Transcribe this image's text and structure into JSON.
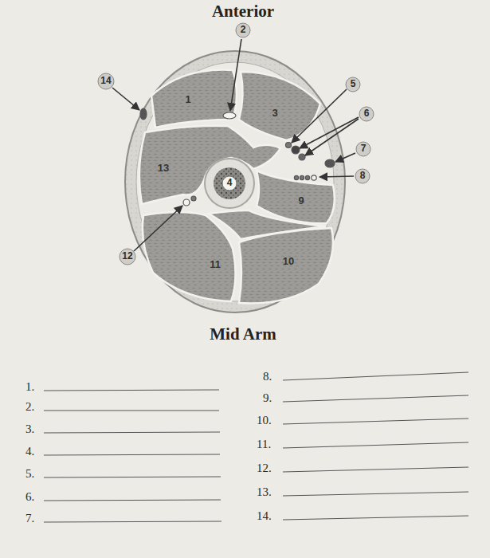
{
  "diagram": {
    "caption": "Mid Arm",
    "labels": [
      "Anterior",
      "2",
      "14",
      "5",
      "6",
      "1",
      "3",
      "7",
      "8",
      "13",
      "4",
      "9",
      "12",
      "11",
      "10",
      "1.",
      "2.",
      "3.",
      "4.",
      "5.",
      "6.",
      "7.",
      "8.",
      "9.",
      "10.",
      "11.",
      "12.",
      "13.",
      "14."
    ]
  }
}
